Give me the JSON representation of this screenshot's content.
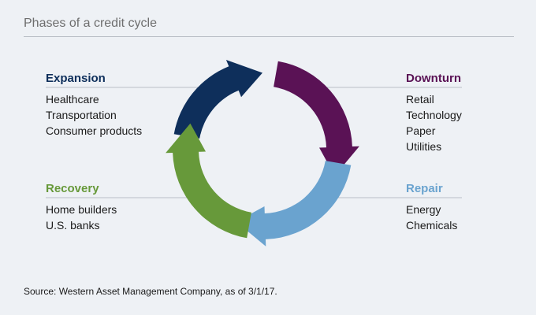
{
  "title": "Phases of a credit cycle",
  "colors": {
    "expansion": "#0e2f5b",
    "downturn": "#5a1255",
    "repair": "#6aa3cf",
    "recovery": "#67993a",
    "leader_line": "#b9bec6"
  },
  "phases": {
    "expansion": {
      "title": "Expansion",
      "items": [
        "Healthcare",
        "Transportation",
        "Consumer products"
      ]
    },
    "downturn": {
      "title": "Downturn",
      "items": [
        "Retail",
        "Technology",
        "Paper",
        "Utilities"
      ]
    },
    "repair": {
      "title": "Repair",
      "items": [
        "Energy",
        "Chemicals"
      ]
    },
    "recovery": {
      "title": "Recovery",
      "items": [
        "Home builders",
        "U.S. banks"
      ]
    }
  },
  "source": "Source: Western Asset Management Company, as of 3/1/17."
}
